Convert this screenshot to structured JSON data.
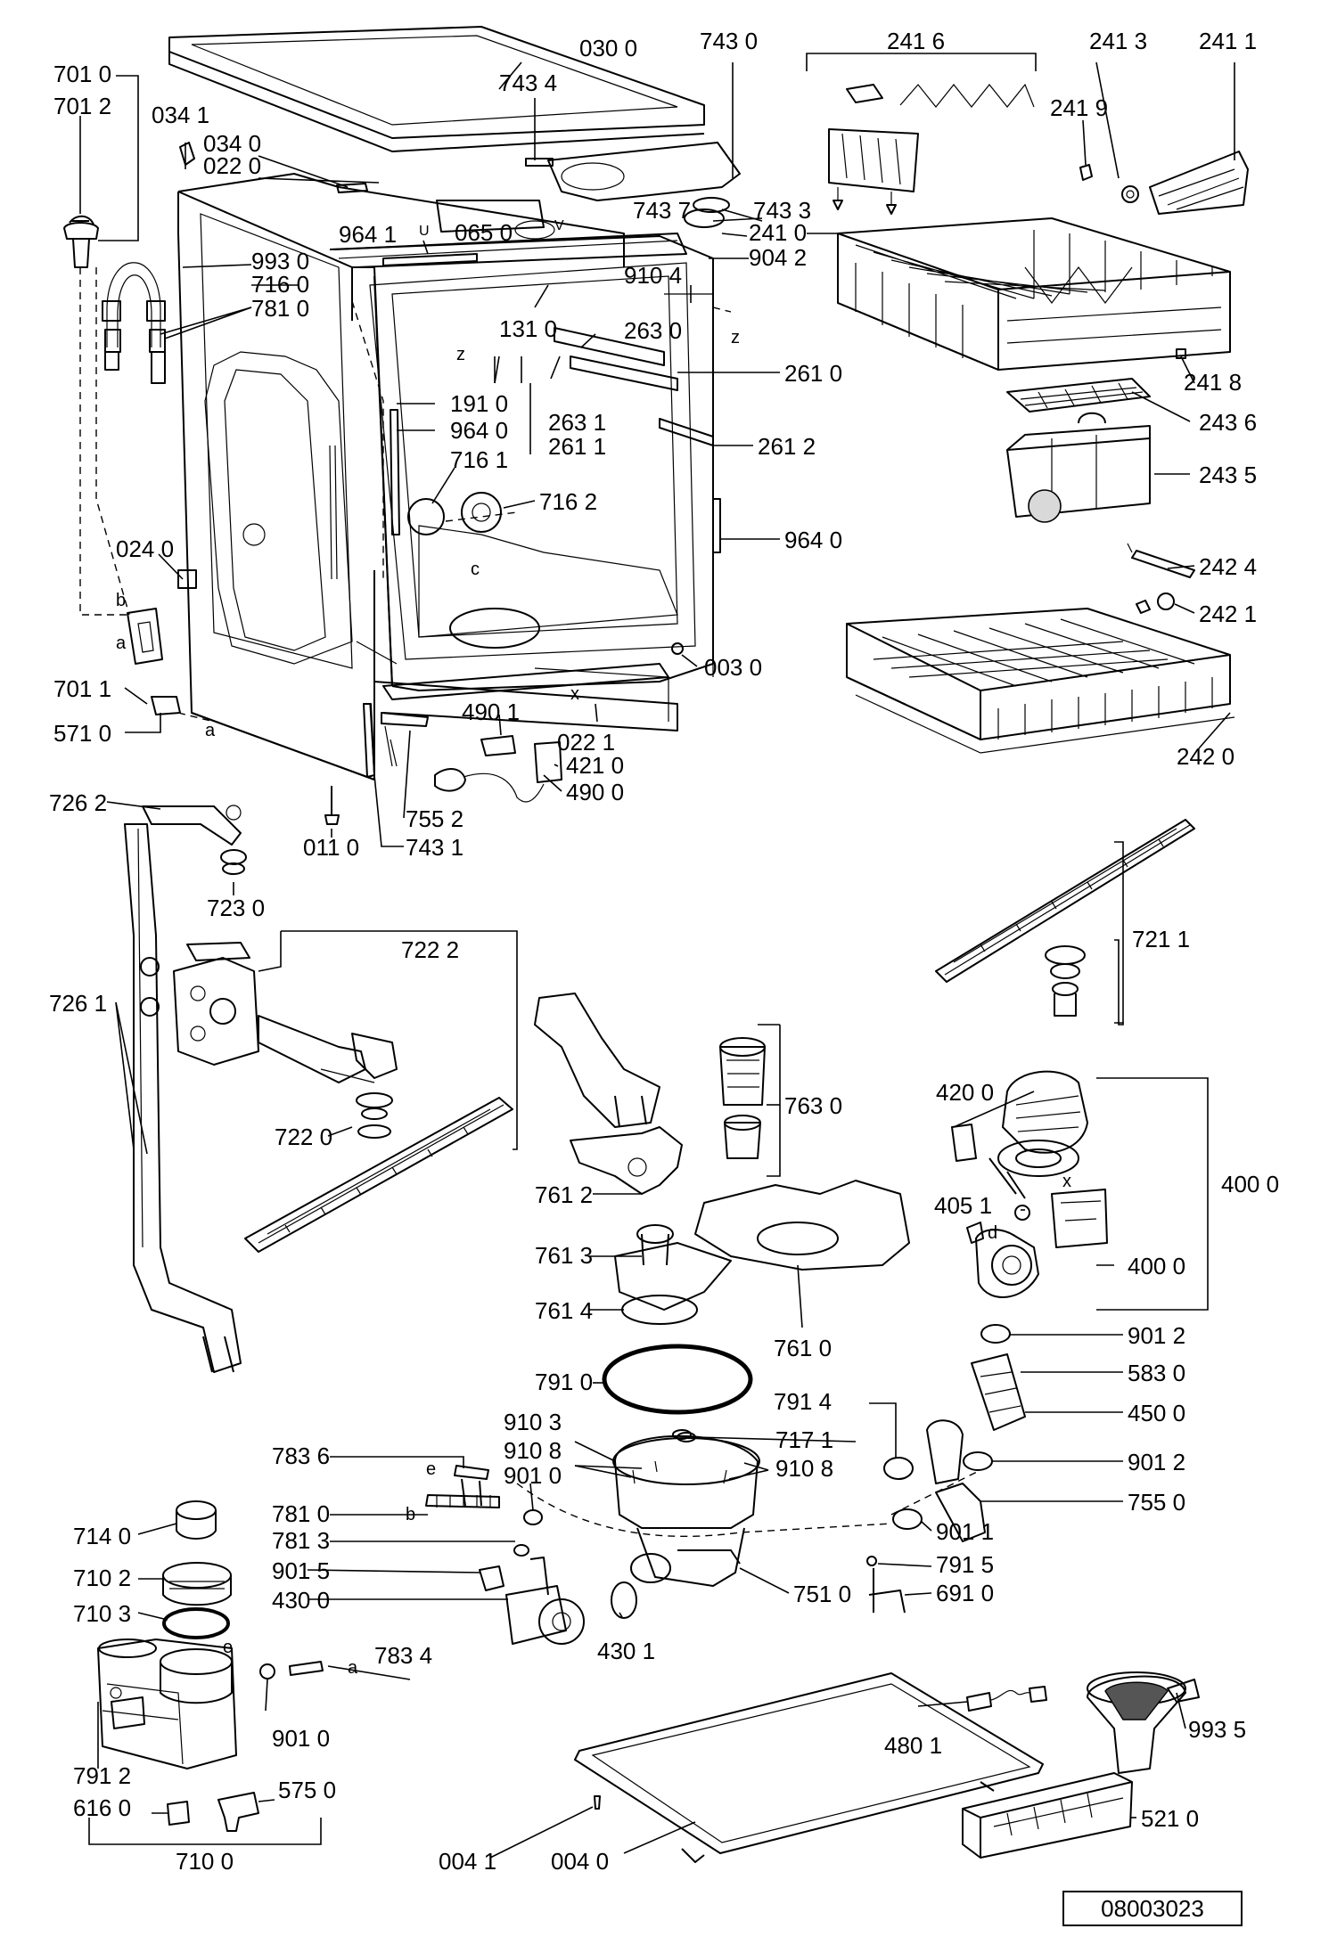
{
  "diagram": {
    "document_number": "08003023",
    "labels": {
      "p030_0": "030 0",
      "p743_0": "743 0",
      "p241_6": "241 6",
      "p241_3": "241 3",
      "p241_1": "241 1",
      "p701_0": "701 0",
      "p701_2": "701 2",
      "p743_4": "743 4",
      "p034_1": "034 1",
      "p034_0": "034 0",
      "p022_0": "022 0",
      "p241_9": "241 9",
      "p743_7": "743 7",
      "p743_3": "743 3",
      "p241_0": "241 0",
      "p065_0": "065 0",
      "p964_1": "964 1",
      "p993_0": "993 0",
      "p904_2": "904 2",
      "p716_0": "716 0",
      "p910_4": "910 4",
      "p781_0a": "781 0",
      "p131_0": "131 0",
      "p263_0": "263 0",
      "p241_8": "241 8",
      "p261_0": "261 0",
      "p243_6": "243 6",
      "p191_0": "191 0",
      "p263_1": "263 1",
      "p964_0a": "964 0",
      "p261_1": "261 1",
      "p261_2": "261 2",
      "p243_5": "243 5",
      "p716_1": "716 1",
      "p716_2": "716 2",
      "p964_0b": "964 0",
      "p024_0": "024 0",
      "p242_4": "242 4",
      "p242_1": "242 1",
      "p003_0": "003 0",
      "p701_1": "701 1",
      "p490_1": "490 1",
      "p022_1": "022 1",
      "p571_0": "571 0",
      "p421_0": "421 0",
      "p490_0": "490 0",
      "p242_0": "242 0",
      "p755_2": "755 2",
      "p726_2": "726 2",
      "p011_0": "011 0",
      "p743_1": "743 1",
      "p723_0": "723 0",
      "p721_1": "721 1",
      "p722_2": "722 2",
      "p726_1": "726 1",
      "p763_0": "763 0",
      "p420_0": "420 0",
      "p722_0": "722 0",
      "p400_0a": "400 0",
      "p761_2": "761 2",
      "p405_1": "405 1",
      "p761_3": "761 3",
      "p400_0b": "400 0",
      "p761_4": "761 4",
      "p761_0": "761 0",
      "p901_2a": "901 2",
      "p791_0": "791 0",
      "p583_0": "583 0",
      "p791_4": "791 4",
      "p450_0": "450 0",
      "p910_3": "910 3",
      "p717_1": "717 1",
      "p783_6": "783 6",
      "p910_8a": "910 8",
      "p910_8b": "910 8",
      "p901_2b": "901 2",
      "p901_0a": "901 0",
      "p755_0": "755 0",
      "p714_0": "714 0",
      "p781_0b": "781 0",
      "p901_1": "901 1",
      "p781_3": "781 3",
      "p791_5": "791 5",
      "p710_2": "710 2",
      "p901_5": "901 5",
      "p751_0": "751 0",
      "p430_0": "430 0",
      "p691_0": "691 0",
      "p710_3": "710 3",
      "p430_1": "430 1",
      "p783_4": "783 4",
      "p993_5": "993 5",
      "p480_1": "480 1",
      "p901_0b": "901 0",
      "p791_2": "791 2",
      "p575_0": "575 0",
      "p616_0": "616 0",
      "p521_0": "521 0",
      "p004_1": "004 1",
      "p004_0": "004 0",
      "p710_0": "710 0"
    },
    "letters": {
      "a1": "a",
      "a2": "a",
      "a3": "a",
      "b1": "b",
      "b2": "b",
      "c1": "c",
      "d1": "d",
      "e1": "e",
      "e2": "e",
      "x1": "x",
      "x2": "x",
      "z1": "z",
      "z2": "z",
      "u1": "U",
      "v1": "V"
    }
  }
}
